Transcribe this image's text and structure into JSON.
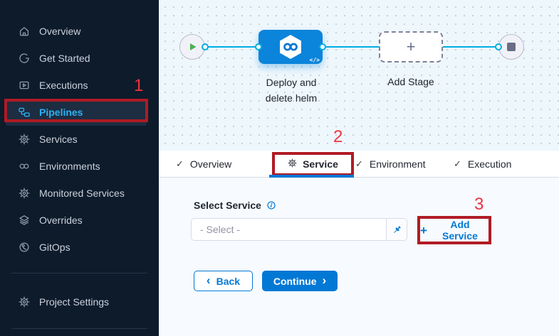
{
  "sidebar": {
    "items": [
      {
        "label": "Overview",
        "icon": "home-icon"
      },
      {
        "label": "Get Started",
        "icon": "get-started-icon"
      },
      {
        "label": "Executions",
        "icon": "executions-play-icon"
      },
      {
        "label": "Pipelines",
        "icon": "pipelines-icon",
        "active": true
      },
      {
        "label": "Services",
        "icon": "gear-icon"
      },
      {
        "label": "Environments",
        "icon": "environments-icon"
      },
      {
        "label": "Monitored Services",
        "icon": "gear-icon"
      },
      {
        "label": "Overrides",
        "icon": "layers-icon"
      },
      {
        "label": "GitOps",
        "icon": "gitops-icon"
      }
    ],
    "project_settings_label": "Project Settings"
  },
  "canvas": {
    "stage_name": "Deploy and delete helm",
    "add_stage_label": "Add Stage",
    "code_badge": "</>"
  },
  "tabs": [
    {
      "label": "Overview",
      "icon": "check"
    },
    {
      "label": "Service",
      "icon": "gear",
      "active": true
    },
    {
      "label": "Environment",
      "icon": "check"
    },
    {
      "label": "Execution",
      "icon": "check"
    }
  ],
  "form": {
    "select_label": "Select Service",
    "select_placeholder": "- Select -",
    "add_service_label": "Add Service",
    "back_label": "Back",
    "continue_label": "Continue"
  },
  "glyphs": {
    "check": "✓",
    "plus": "+",
    "chevron_left": "‹",
    "chevron_right": "›"
  },
  "annotations": {
    "one": "1",
    "two": "2",
    "three": "3"
  },
  "colors": {
    "accent": "#0278d5",
    "connector_line": "#00ade4",
    "sidebar_bg": "#0d1b2b",
    "sidebar_active_text": "#2db1f1",
    "annotation_number": "#ee3340",
    "annotation_box_border": "#b01b24",
    "stage_node_blue": "#0b84db"
  }
}
